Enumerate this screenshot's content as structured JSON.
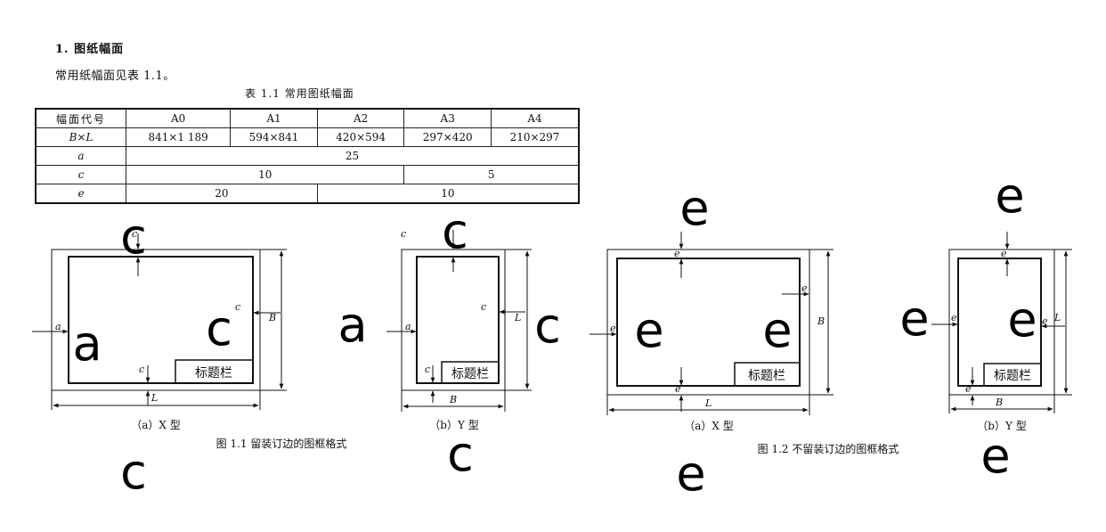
{
  "section_heading": "1. 图纸幅面",
  "intro": "常用纸幅面见表 1.1。",
  "table": {
    "caption": "表 1.1   常用图纸幅面",
    "header": [
      "幅面代号",
      "A0",
      "A1",
      "A2",
      "A3",
      "A4"
    ],
    "row_bl": {
      "label": "B×L",
      "values": [
        "841×1 189",
        "594×841",
        "420×594",
        "297×420",
        "210×297"
      ]
    },
    "row_a": {
      "label": "a",
      "value": "25"
    },
    "row_c": {
      "label": "c",
      "value_a0_a2": "10",
      "value_a3_a4": "5"
    },
    "row_e": {
      "label": "e",
      "value_a0_a1": "20",
      "value_a2_a4": "10"
    }
  },
  "figures": {
    "title_block": "标题栏",
    "fig1_caption": "图 1.1   留装订边的图框格式",
    "fig2_caption": "图 1.2   不留装订边的图框格式",
    "sub_x": "（a）X 型",
    "sub_y": "（b）Y 型",
    "dim": {
      "a": "a",
      "c": "c",
      "e": "e",
      "B": "B",
      "L": "L"
    }
  },
  "overlay_letters": {
    "a": "a",
    "c": "c",
    "e": "e"
  }
}
